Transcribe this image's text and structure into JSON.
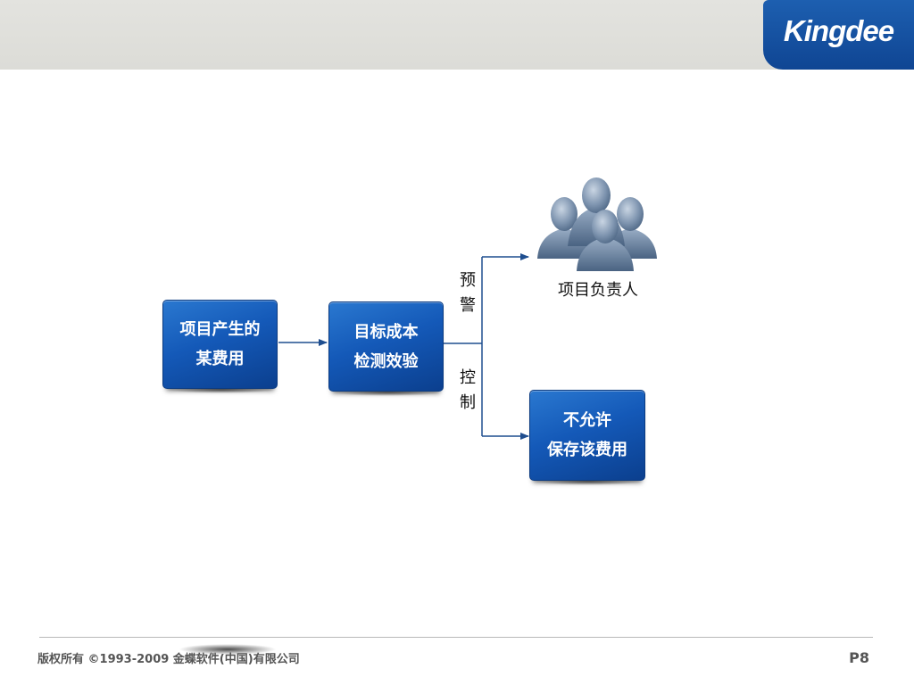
{
  "brand": {
    "logo_text": "Kingdee",
    "header_color": "#dcdcd7",
    "logo_bg_color": "#1a56a8"
  },
  "diagram": {
    "box_color": "#1459b8",
    "arrow_color": "#1f4e8f",
    "nodes": {
      "expense": {
        "lines": [
          "项目产生的",
          "某费用"
        ]
      },
      "check": {
        "lines": [
          "目标成本",
          "检测效验"
        ]
      },
      "deny": {
        "lines": [
          "不允许",
          "保存该费用"
        ]
      }
    },
    "branch_labels": {
      "warning": [
        "预",
        "警"
      ],
      "control": [
        "控",
        "制"
      ]
    },
    "people": {
      "icon": "people-group-icon",
      "label": "项目负责人"
    }
  },
  "footer": {
    "copyright": "版权所有 ©1993-2009 金蝶软件(中国)有限公司",
    "page": "P8"
  }
}
